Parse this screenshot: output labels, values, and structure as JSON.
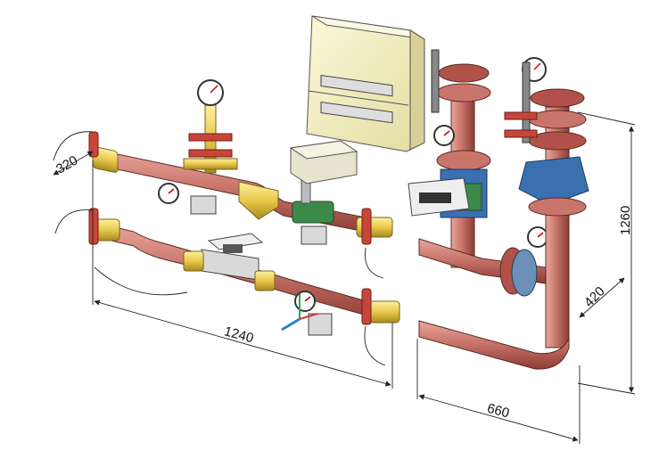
{
  "dimensions": {
    "d1240": "1240",
    "d320": "320",
    "d1260": "1260",
    "d420": "420",
    "d660": "660"
  },
  "colors": {
    "pipe": "#c9756b",
    "pipe_dark": "#8c3d34",
    "brass": "#e8c84a",
    "valve_red": "#c8453a",
    "cabinet": "#f4efc0",
    "actuator": "#e6e3cf",
    "pump_blue": "#3a6fb0",
    "pump_green": "#3c8a4a",
    "flange": "#b0524a",
    "gauge_face": "#ffffff",
    "axis_x": "#2a7fd0",
    "axis_y": "#2aa84a",
    "axis_z": "#d03a3a"
  },
  "icons": [
    "pressure-gauge-icon",
    "ball-valve-icon",
    "coordinate-axes-icon"
  ]
}
